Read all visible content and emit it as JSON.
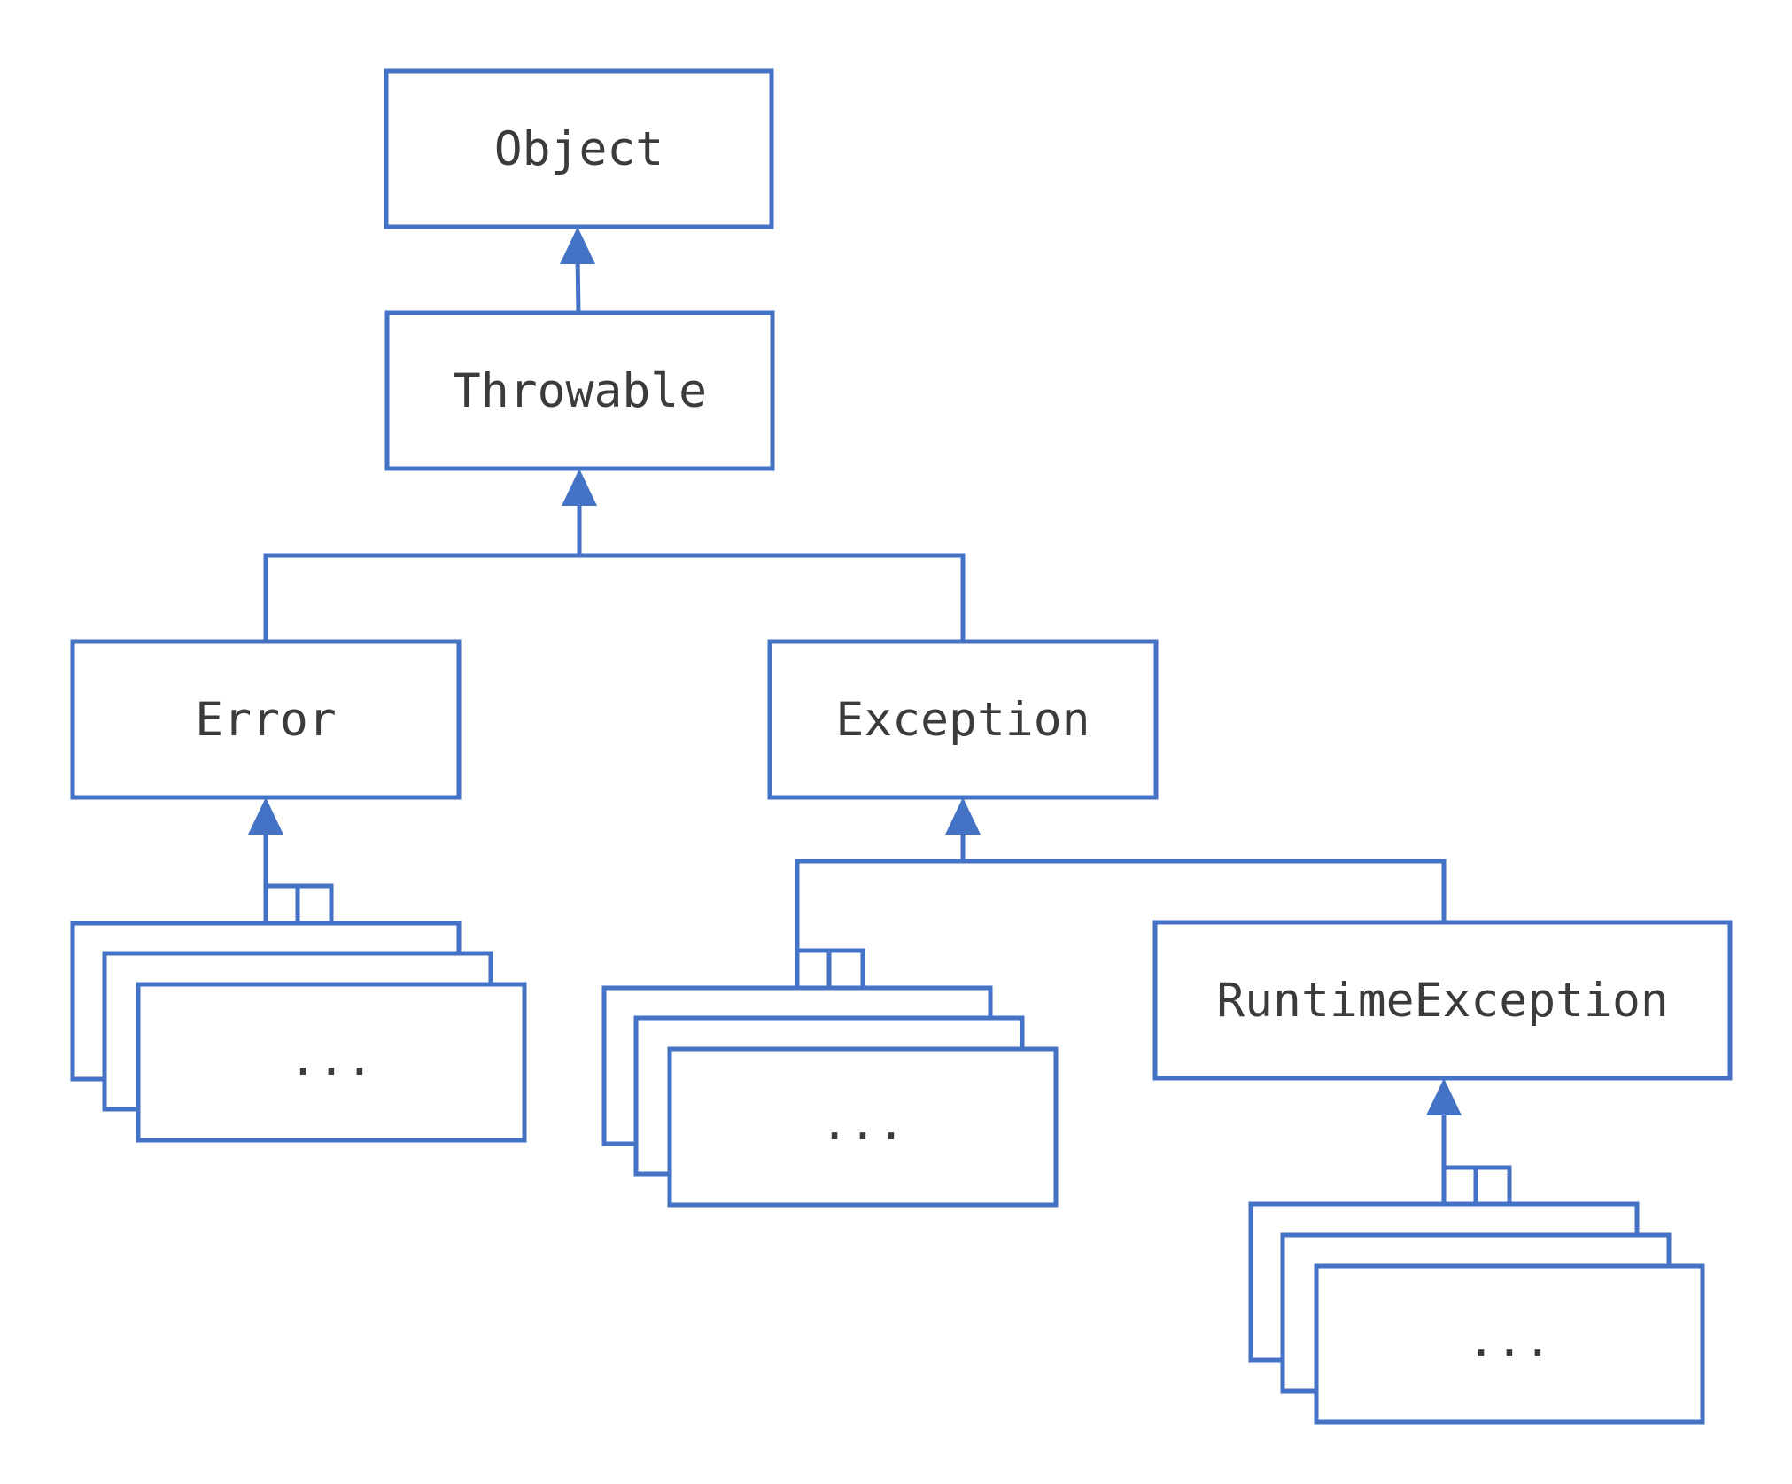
{
  "diagram": {
    "nodes": {
      "object": "Object",
      "throwable": "Throwable",
      "error": "Error",
      "exception": "Exception",
      "runtime_exception": "RuntimeException",
      "error_subclasses": "...",
      "exception_subclasses": "...",
      "runtime_subclasses": "..."
    },
    "edges": [
      {
        "from": "Throwable",
        "to": "Object"
      },
      {
        "from": "Error",
        "to": "Throwable"
      },
      {
        "from": "Exception",
        "to": "Throwable"
      },
      {
        "from": "...",
        "to": "Error"
      },
      {
        "from": "...",
        "to": "Exception"
      },
      {
        "from": "RuntimeException",
        "to": "Exception"
      },
      {
        "from": "...",
        "to": "RuntimeException"
      }
    ],
    "colors": {
      "stroke": "#4472c4",
      "text": "#3b3b3b"
    }
  }
}
